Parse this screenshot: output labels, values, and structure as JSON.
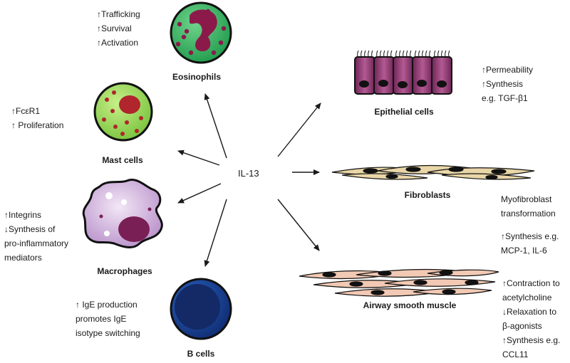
{
  "center_label": "IL-13",
  "eosinophils": {
    "title": "Eosinophils",
    "effects": [
      "↑Trafficking",
      "↑Survival",
      "↑Activation"
    ]
  },
  "mast_cells": {
    "title": "Mast cells",
    "effects": [
      "↑FcεR1",
      "↑ Proliferation"
    ]
  },
  "macrophages": {
    "title": "Macrophages",
    "effects": [
      "↑Integrins",
      "↓Synthesis of",
      "pro-inflammatory",
      "mediators"
    ]
  },
  "b_cells": {
    "title": "B cells",
    "effects": [
      "↑ IgE production",
      "promotes IgE",
      "isotype switching"
    ]
  },
  "epithelial_cells": {
    "title": "Epithelial cells",
    "effects": [
      "↑Permeability",
      "↑Synthesis",
      "e.g. TGF-β1"
    ]
  },
  "fibroblasts": {
    "title": "Fibroblasts",
    "effects": [
      "Myofibroblast",
      "transformation",
      "",
      "↑Synthesis e.g.",
      "MCP-1, IL-6"
    ]
  },
  "airway_smooth_muscle": {
    "title": "Airway smooth muscle",
    "effects": [
      "↑Contraction to",
      "acetylcholine",
      "↓Relaxation to",
      "β-agonists",
      "↑Synthesis e.g.",
      "CCL11"
    ]
  },
  "colors": {
    "eosinophil_fill": "#2eae5c",
    "eosinophil_nucleus": "#8b1a4a",
    "mast_fill": "#8fd44a",
    "mast_granule": "#b0262c",
    "macrophage_fill": "#c9a6d6",
    "macrophage_nucleus": "#7a1f55",
    "bcell_fill": "#1f3f8f",
    "bcell_nucleus": "#132a66",
    "epithelial_fill": "#9b3f7a",
    "fibroblast_fill": "#e9d6a8",
    "smooth_muscle_fill": "#f2c9b4",
    "arrow": "#1a1a1a"
  }
}
